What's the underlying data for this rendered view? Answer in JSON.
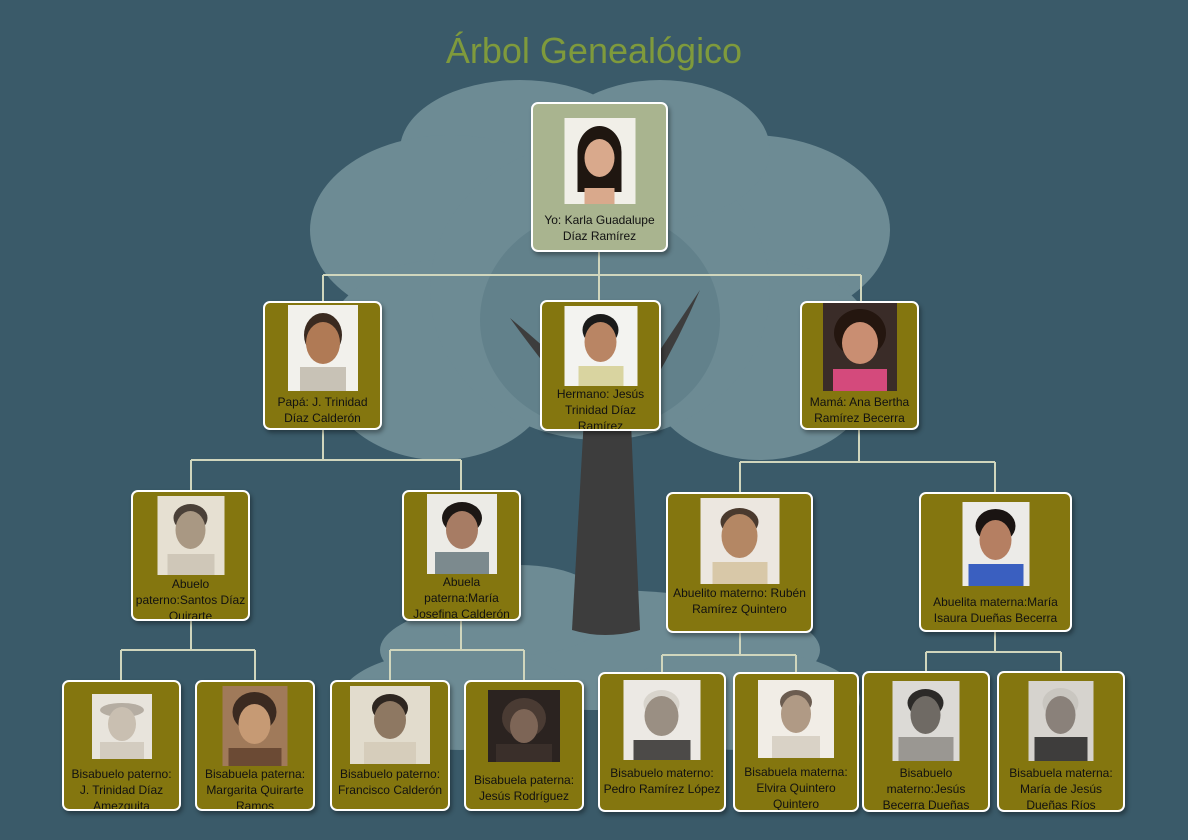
{
  "title": "Árbol Genealógico",
  "colors": {
    "background": "#3a5a69",
    "title": "#7f9a3c",
    "node": "#84760f",
    "root_node": "#a9b48f",
    "connector": "#d0d6bd",
    "tree_canopy": "#6d8b94",
    "tree_trunk": "#3d3d3d"
  },
  "people": {
    "me": {
      "label": "Yo: Karla Guadalupe Díaz Ramírez",
      "photo": "portrait-girl"
    },
    "dad": {
      "label": "Papá: J. Trinidad Díaz Calderón",
      "photo": "portrait-man"
    },
    "brother": {
      "label": "Hermano: Jesús Trinidad Díaz Ramírez",
      "photo": "portrait-boy"
    },
    "mom": {
      "label": "Mamá: Ana Bertha Ramírez Becerra",
      "photo": "portrait-woman"
    },
    "grandpa_paternal": {
      "label": "Abuelo paterno:Santos Díaz Quirarte",
      "photo": "portrait-old-man-sepia"
    },
    "grandma_paternal": {
      "label": "Abuela paterna:María Josefina Calderón",
      "photo": "portrait-old-woman"
    },
    "grandpa_maternal": {
      "label": "Abuelito materno: Rubén Ramírez Quintero",
      "photo": "portrait-old-man"
    },
    "grandma_maternal": {
      "label": "Abuelita materna:María Isaura Dueñas Becerra",
      "photo": "portrait-old-woman-blue"
    },
    "ggpa_1": {
      "label": "Bisabuelo paterno: J. Trinidad Díaz Amezquita",
      "photo": "portrait-faded-hat"
    },
    "ggma_1": {
      "label": "Bisabuela paterna: Margarita Quirarte Ramos",
      "photo": "portrait-old-woman-sepia"
    },
    "ggpa_2": {
      "label": "Bisabuelo paterno: Francisco Calderón",
      "photo": "portrait-man-sepia"
    },
    "ggma_2": {
      "label": "Bisabuela paterna: Jesús Rodríguez",
      "photo": "portrait-old-woman-dark"
    },
    "ggpa_3": {
      "label": "Bisabuelo materno: Pedro Ramírez López",
      "photo": "portrait-old-man-gray"
    },
    "ggma_3": {
      "label": "Bisabuela materna: Elvira Quintero Quintero",
      "photo": "portrait-old-woman-sepia"
    },
    "ggpa_4": {
      "label": "Bisabuelo materno:Jesús Becerra Dueñas",
      "photo": "portrait-old-man-gray"
    },
    "ggma_4": {
      "label": "Bisabuela materna: María de Jesús Dueñas Ríos",
      "photo": "portrait-old-woman-gray"
    }
  }
}
